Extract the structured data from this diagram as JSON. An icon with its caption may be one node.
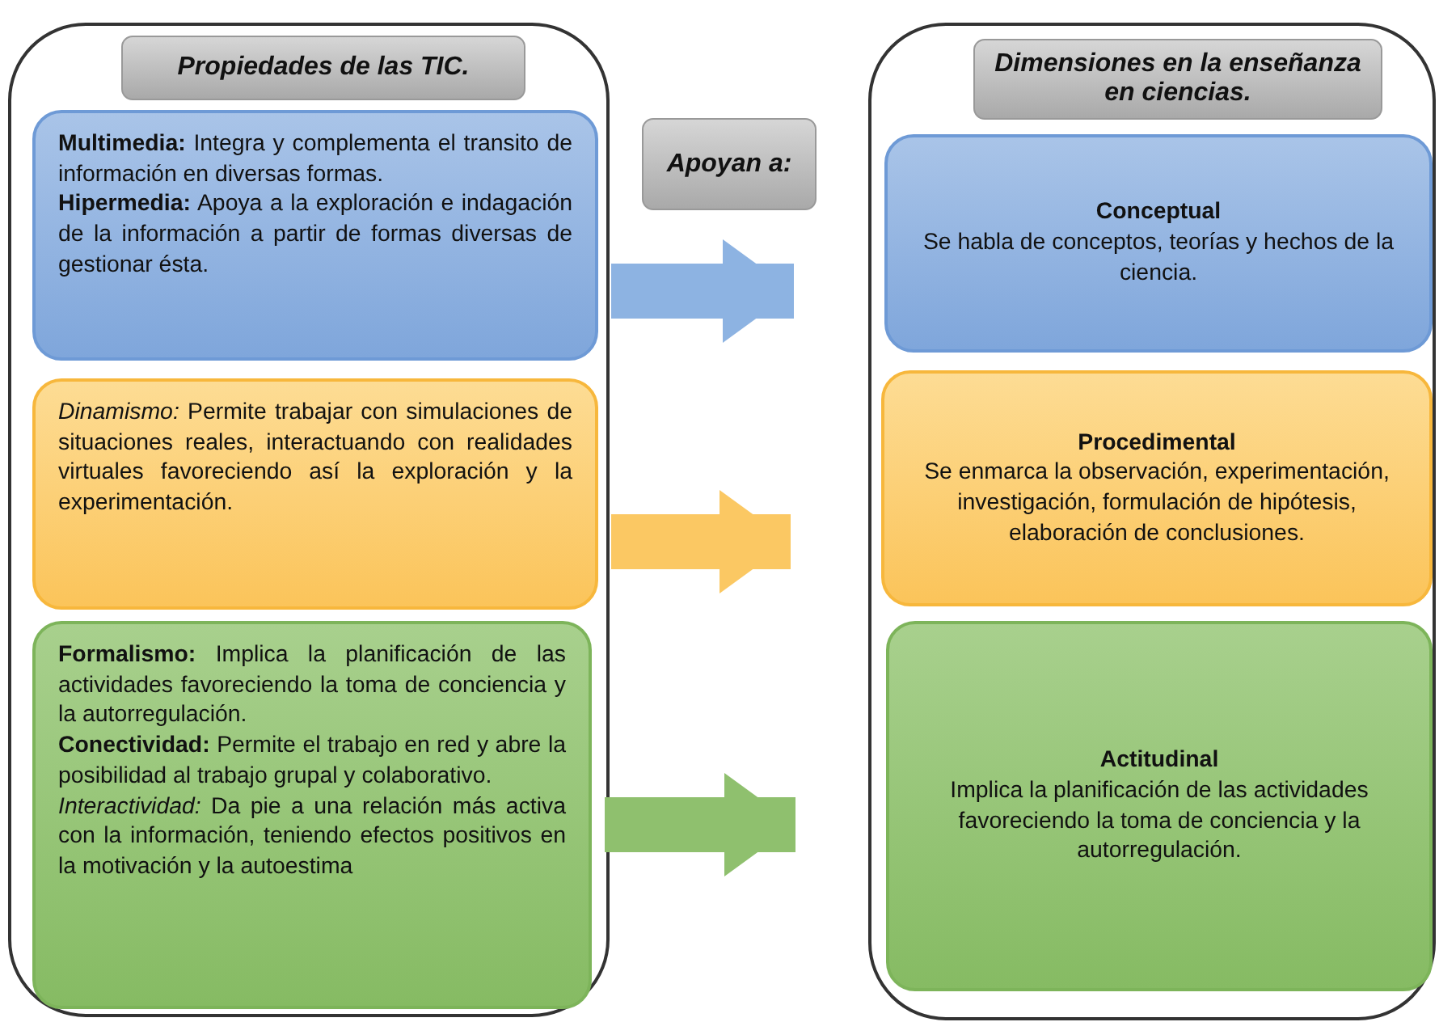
{
  "diagram": {
    "nodes": [
      {
        "text": [],
        "shape": "box"
      },
      {
        "text": [
          "Propiedades de las TIC."
        ],
        "in": 0
      },
      {
        "text": [
          "**Multimedia:** Integra y complementa el transito de información en diversas formas.",
          "**Hipermedia:** Apoya a la exploración e indagación de la información a partir de formas diversas de gestionar ésta."
        ],
        "in": 0
      },
      {
        "text": [
          "*Dinamismo:* Permite trabajar con simulaciones de situaciones reales, interactuando con realidades virtuales favoreciendo así la exploración y la experimentación."
        ],
        "in": 0
      },
      {
        "text": [
          "**Formalismo:** Implica  la planificación de las actividades favoreciendo la toma de conciencia y la autorregulación.",
          "**Conectividad:** Permite el trabajo en red y abre la posibilidad al trabajo grupal y colaborativo.",
          "*Interactividad:* Da pie a una relación más activa con la información, teniendo efectos positivos en la motivación y la autoestima"
        ],
        "in": 0
      },
      {
        "text": [
          "Apoyan a:"
        ]
      },
      {
        "text": [],
        "shape": "box"
      },
      {
        "text": [
          "Dimensiones en la enseñanza en ciencias."
        ],
        "in": 6
      },
      {
        "text": [
          "Conceptual",
          "Se habla de conceptos, teorías y hechos de la ciencia."
        ],
        "in": 6
      },
      {
        "text": [
          "Procedimental",
          "Se enmarca la observación, experimentación, investigación, formulación de hipótesis, elaboración de conclusiones."
        ],
        "in": 6
      },
      {
        "text": [
          "Actitudinal",
          "Implica  la planificación de las actividades favoreciendo la toma de conciencia y la autorregulación."
        ],
        "in": 6
      }
    ],
    "edges": [
      {
        "from": 2,
        "to": 8,
        "arrow": "to",
        "color": "#8db3e2"
      },
      {
        "from": 3,
        "to": 9,
        "arrow": "to",
        "color": "#fbc863"
      },
      {
        "from": 4,
        "to": 10,
        "arrow": "to",
        "color": "#8fc06e"
      }
    ]
  }
}
